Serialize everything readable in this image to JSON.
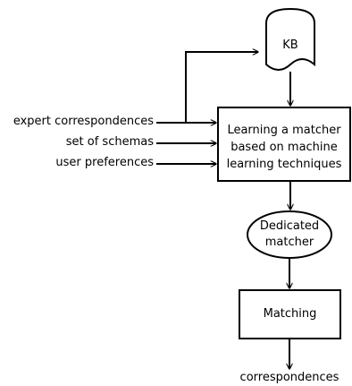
{
  "nodes": {
    "kb": "KB",
    "learner_line1": "Learning a matcher",
    "learner_line2": "based on machine",
    "learner_line3": "learning techniques",
    "dedicated_line1": "Dedicated",
    "dedicated_line2": "matcher",
    "matching": "Matching"
  },
  "inputs": {
    "expert": "expert correspondences",
    "schemas": "set of schemas",
    "preferences": "user preferences"
  },
  "output": {
    "label": "correspondences"
  }
}
